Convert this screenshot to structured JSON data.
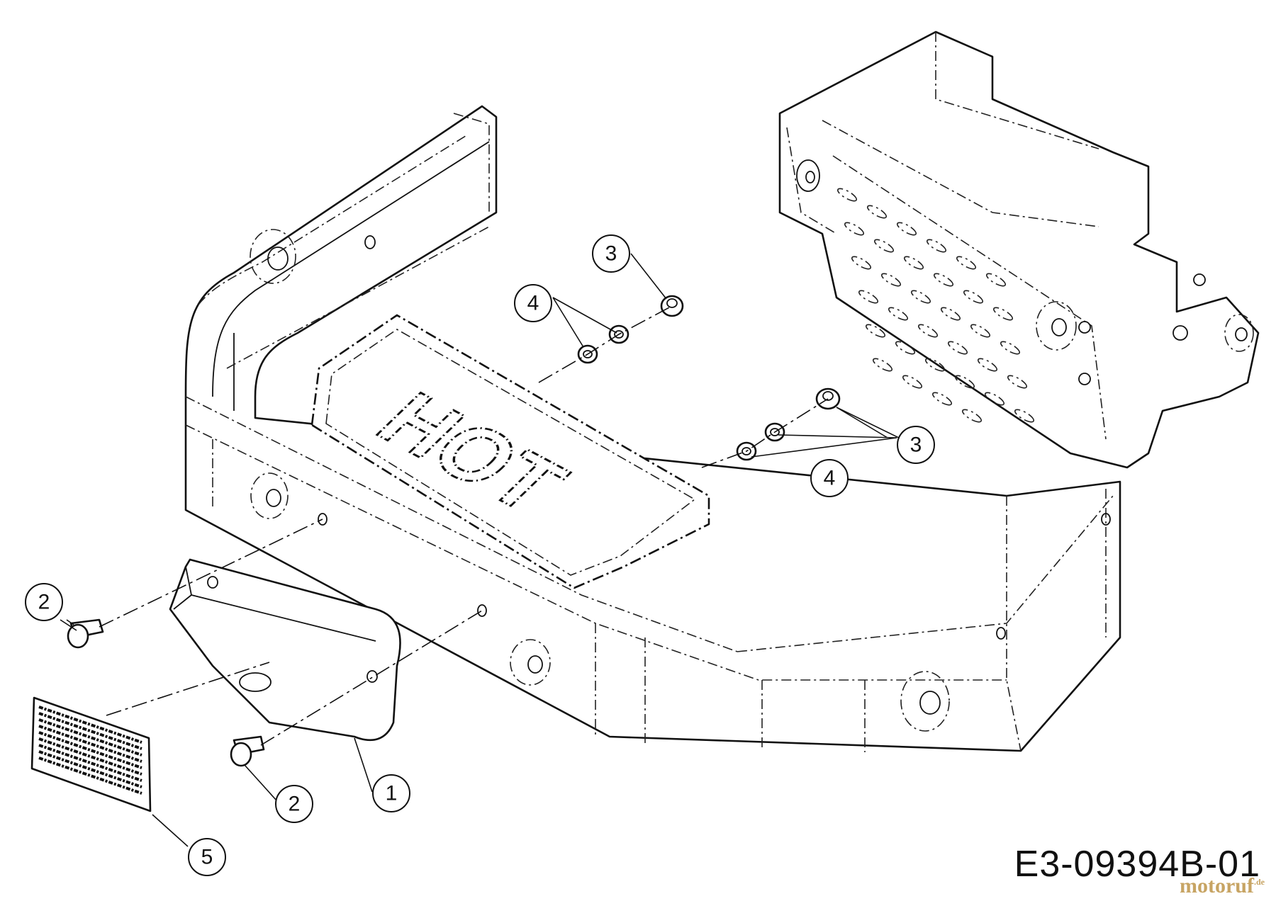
{
  "diagram": {
    "decal_text": "HOT",
    "drawing_code": "E3-09394B-01",
    "watermark": {
      "name": "motoruf",
      "suffix": ".de"
    },
    "callouts": [
      {
        "id": "c1",
        "label": "1"
      },
      {
        "id": "c2a",
        "label": "2"
      },
      {
        "id": "c2b",
        "label": "2"
      },
      {
        "id": "c3a",
        "label": "3"
      },
      {
        "id": "c3b",
        "label": "3"
      },
      {
        "id": "c4a",
        "label": "4"
      },
      {
        "id": "c4b",
        "label": "4"
      },
      {
        "id": "c5",
        "label": "5"
      }
    ]
  }
}
